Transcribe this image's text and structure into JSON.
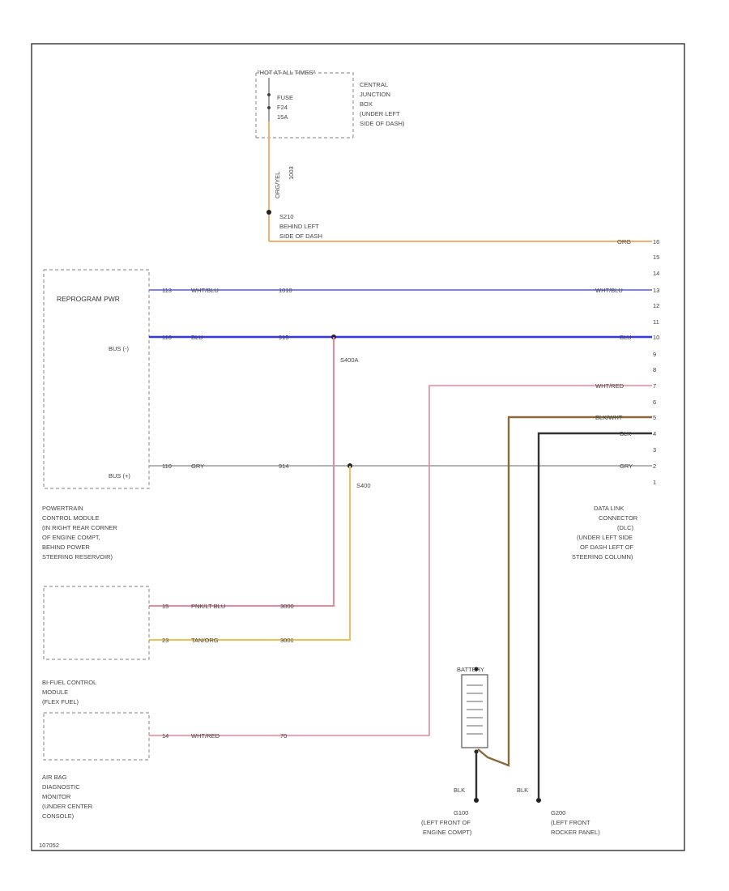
{
  "fuse_block": {
    "header": "HOT AT ALL TIMES",
    "fuse_lines": [
      "FUSE",
      "F24",
      "15A"
    ],
    "location_lines": [
      "CENTRAL",
      "JUNCTION",
      "BOX",
      "(UNDER LEFT",
      "SIDE OF DASH)"
    ],
    "wire_color": "ORG/YEL",
    "circuit": "1003"
  },
  "splice_s210": {
    "lines": [
      "S210",
      "BEHIND LEFT",
      "SIDE OF DASH"
    ]
  },
  "pcm": {
    "name_inside": "REPROGRAM PWR",
    "bus_minus": "BUS (-)",
    "bus_plus": "BUS (+)",
    "caption_lines": [
      "POWERTRAIN",
      "CONTROL MODULE",
      "(IN RIGHT REAR CORNER",
      "OF ENGINE COMPT,",
      "BEHIND POWER",
      "STEERING RESERVOIR)"
    ]
  },
  "bifuel": {
    "caption_lines": [
      "BI-FUEL CONTROL",
      "MODULE",
      "(FLEX FUEL)"
    ]
  },
  "airbag": {
    "caption_lines": [
      "AIR BAG",
      "DIAGNOSTIC",
      "MONITOR",
      "(UNDER CENTER",
      "CONSOLE)"
    ]
  },
  "dlc": {
    "pins": [
      "16",
      "15",
      "14",
      "13",
      "12",
      "11",
      "10",
      "9",
      "8",
      "7",
      "6",
      "5",
      "4",
      "3",
      "2",
      "1"
    ],
    "caption_lines": [
      "DATA LINK",
      "CONNECTOR",
      "(DLC)",
      "(UNDER LEFT SIDE",
      "OF DASH LEFT OF",
      "STEERING COLUMN)"
    ]
  },
  "wires": {
    "pin16_color": "ORG",
    "pcm_pwr_pin": "113",
    "pcm_pwr_color": "WHT/BLU",
    "pcm_pwr_circuit": "1010",
    "pcm_pwr_dlc_color": "WHT/BLU",
    "bus_minus_pin": "116",
    "bus_minus_color": "BLU",
    "bus_minus_circuit": "915",
    "bus_minus_dlc_color": "BLU",
    "splice_s400a": "S400A",
    "pin7_color": "WHT/RED",
    "pin5_color": "BLK/WHT",
    "pin4_color": "BLK",
    "bus_plus_pin": "110",
    "bus_plus_color": "GRY",
    "bus_plus_circuit": "914",
    "bus_plus_dlc_color": "GRY",
    "splice_s400": "S400",
    "bifuel_pin1": "15",
    "bifuel_pin1_color": "PNK/LT BLU",
    "bifuel_pin1_circuit": "3000",
    "bifuel_pin2": "23",
    "bifuel_pin2_color": "TAN/ORG",
    "bifuel_pin2_circuit": "3001",
    "airbag_pin": "14",
    "airbag_color": "WHT/RED",
    "airbag_circuit": "70"
  },
  "battery": {
    "label": "BATTERY"
  },
  "grounds": {
    "g100_wire": "BLK",
    "g100_lines": [
      "G100",
      "(LEFT FRONT OF",
      "ENGINE COMPT)"
    ],
    "g200_wire": "BLK",
    "g200_lines": [
      "G200",
      "(LEFT FRONT",
      "ROCKER PANEL)"
    ]
  },
  "page_code": "107052",
  "colors": {
    "orange": "#f5b070",
    "violet": "#8080ff",
    "blue": "#3333ff",
    "pink": "#e88898",
    "yellow": "#f0c050",
    "gray": "#a8a8a8",
    "brown": "#8a6a3a",
    "black": "#333333"
  }
}
